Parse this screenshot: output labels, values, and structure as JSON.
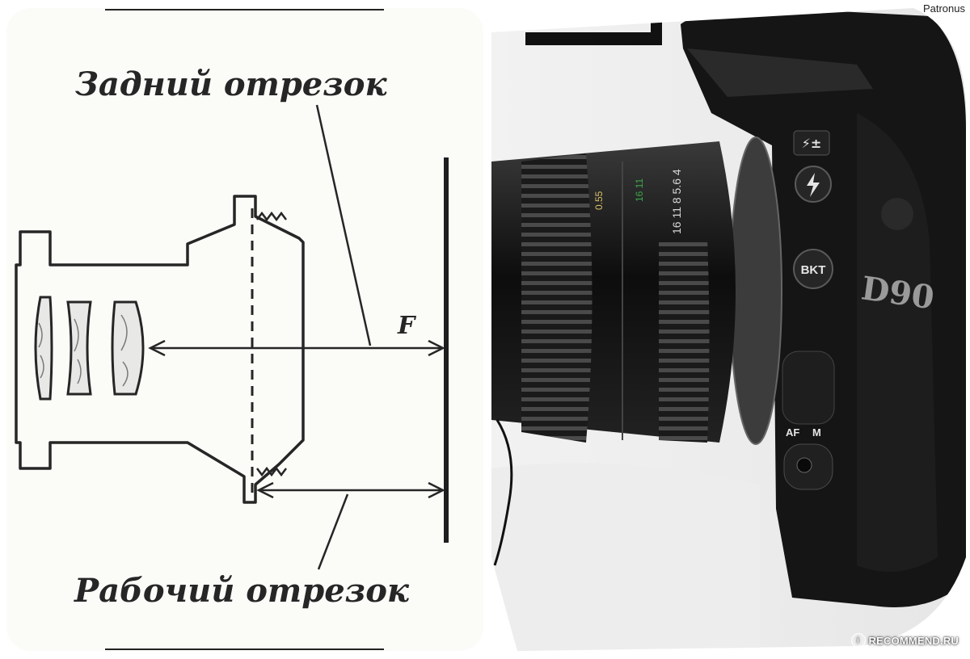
{
  "diagram": {
    "label_back_focus": "Задний отрезок",
    "label_flange_focus": "Рабочий отрезок",
    "label_plane": "F"
  },
  "photo": {
    "camera_model": "D90",
    "button_bkt": "BKT",
    "button_flash_comp": "⚡±",
    "switch_af": "AF",
    "switch_m": "M",
    "lens_scale_row1": "16  11  8  5.6  4",
    "lens_scale_row2": "16  11",
    "lens_scale_distance": "0.55"
  },
  "author": "Patronus",
  "watermark": "RECOMMEND.RU",
  "colors": {
    "ink": "#262626",
    "paper": "#fbfbf8",
    "camera_body": "#151515",
    "lens_text": "#d9d9d9",
    "lens_green": "#3ea64a"
  }
}
